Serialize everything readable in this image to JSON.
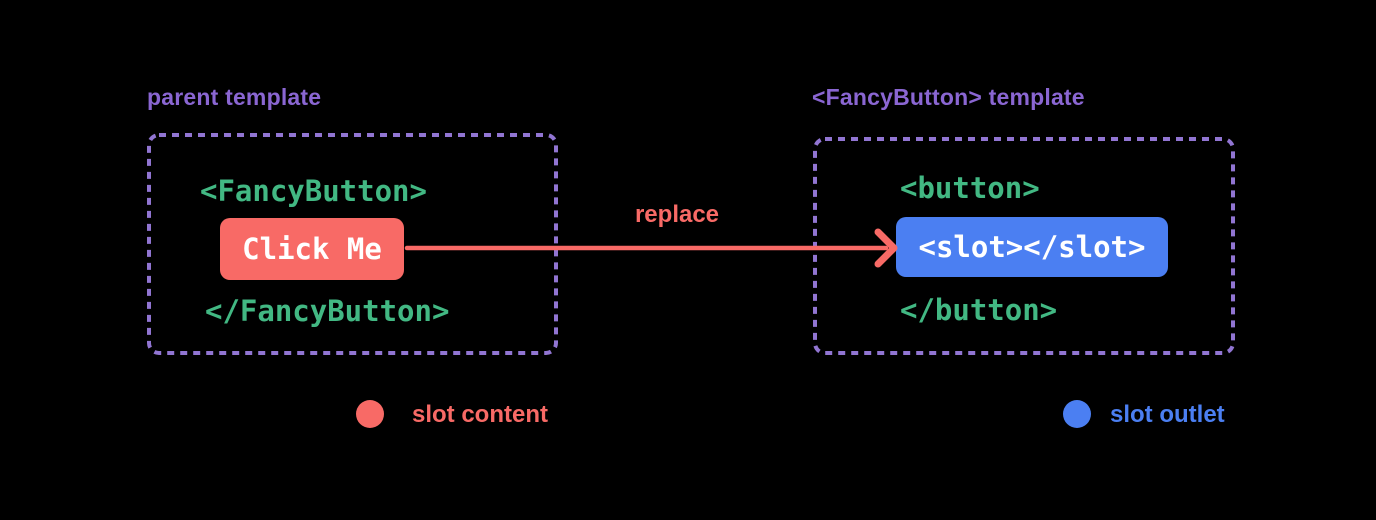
{
  "diagram": {
    "left_panel": {
      "title": "parent template",
      "code_open": "<FancyButton>",
      "button_label": "Click Me",
      "code_close": "</FancyButton>"
    },
    "arrow_label": "replace",
    "right_panel": {
      "title": "<FancyButton> template",
      "code_open": "<button>",
      "slot_code": "<slot></slot>",
      "code_close": "</button>"
    },
    "legend": {
      "slot_content": {
        "swatch": "red-circle",
        "label": "slot content"
      },
      "slot_outlet": {
        "swatch": "blue-circle",
        "label": "slot outlet"
      }
    },
    "colors": {
      "background": "#000000",
      "red": "#f86a66",
      "green": "#42b883",
      "purple": "#8a66d2",
      "purple-border": "#9175d2",
      "blue": "#4b7ff2",
      "text-on-button": "#ffffff"
    }
  }
}
